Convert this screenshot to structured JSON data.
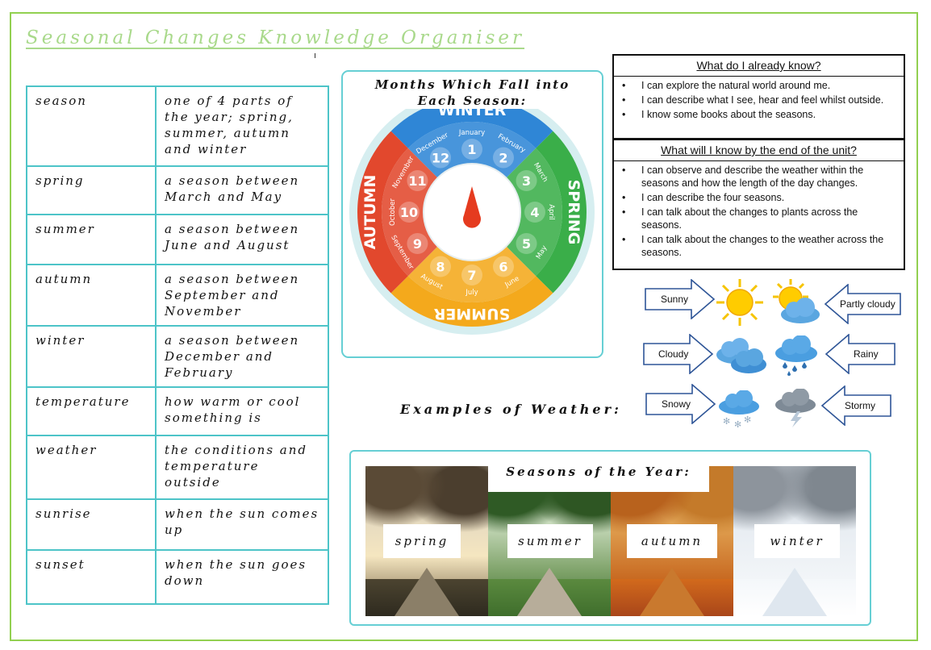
{
  "title": "Seasonal Changes Knowledge Organiser",
  "vocabulary": [
    {
      "term": "season",
      "definition": "one of 4 parts of the year; spring, summer, autumn and winter"
    },
    {
      "term": "spring",
      "definition": "a season between March and May"
    },
    {
      "term": "summer",
      "definition": "a season between June and August"
    },
    {
      "term": "autumn",
      "definition": "a season between September and November"
    },
    {
      "term": "winter",
      "definition": "a season between December and February"
    },
    {
      "term": "temperature",
      "definition": "how warm or cool something is"
    },
    {
      "term": "weather",
      "definition": "the conditions and temperature outside"
    },
    {
      "term": "sunrise",
      "definition": "when the sun comes up"
    },
    {
      "term": "sunset",
      "definition": "when the sun goes down"
    }
  ],
  "wheel": {
    "title_line1": "Months Which Fall into",
    "title_line2": "Each Season:",
    "seasons": {
      "winter": "WINTER",
      "spring": "SPRING",
      "summer": "SUMMER",
      "autumn": "AUTUMN"
    },
    "months": [
      {
        "num": "1",
        "name": "January"
      },
      {
        "num": "2",
        "name": "February"
      },
      {
        "num": "3",
        "name": "March"
      },
      {
        "num": "4",
        "name": "April"
      },
      {
        "num": "5",
        "name": "May"
      },
      {
        "num": "6",
        "name": "June"
      },
      {
        "num": "7",
        "name": "July"
      },
      {
        "num": "8",
        "name": "August"
      },
      {
        "num": "9",
        "name": "September"
      },
      {
        "num": "10",
        "name": "October"
      },
      {
        "num": "11",
        "name": "November"
      },
      {
        "num": "12",
        "name": "December"
      }
    ],
    "colors": {
      "winter": "#2f86d6",
      "spring": "#3aae49",
      "summer": "#f4a91c",
      "autumn": "#e2482d"
    }
  },
  "already_know": {
    "heading": "What do I already know?",
    "items": [
      "I can explore the natural world around me.",
      "I can describe what I see, hear and feel whilst outside.",
      "I know some books about the seasons."
    ]
  },
  "will_know": {
    "heading": "What will I know by the end of the unit?",
    "items": [
      "I can observe and describe the weather within the seasons and how the length of the day changes.",
      "I can describe the four seasons.",
      "I can talk about the changes to plants across the seasons.",
      "I can talk about the changes to the weather across the seasons."
    ]
  },
  "weather": {
    "title": "Examples of Weather:",
    "labels": {
      "sunny": "Sunny",
      "partly_cloudy": "Partly cloudy",
      "cloudy": "Cloudy",
      "rainy": "Rainy",
      "snowy": "Snowy",
      "stormy": "Stormy"
    },
    "icons": [
      "sun-icon",
      "partly-cloudy-icon",
      "cloud-icon",
      "rain-cloud-icon",
      "snow-cloud-icon",
      "storm-cloud-icon"
    ]
  },
  "year": {
    "title": "Seasons of the Year:",
    "labels": [
      "spring",
      "summer",
      "autumn",
      "winter"
    ]
  },
  "colors": {
    "frame": "#92d050",
    "title": "#a9d98b",
    "teal": "#4dc4c8",
    "arrow": "#2e5597"
  }
}
